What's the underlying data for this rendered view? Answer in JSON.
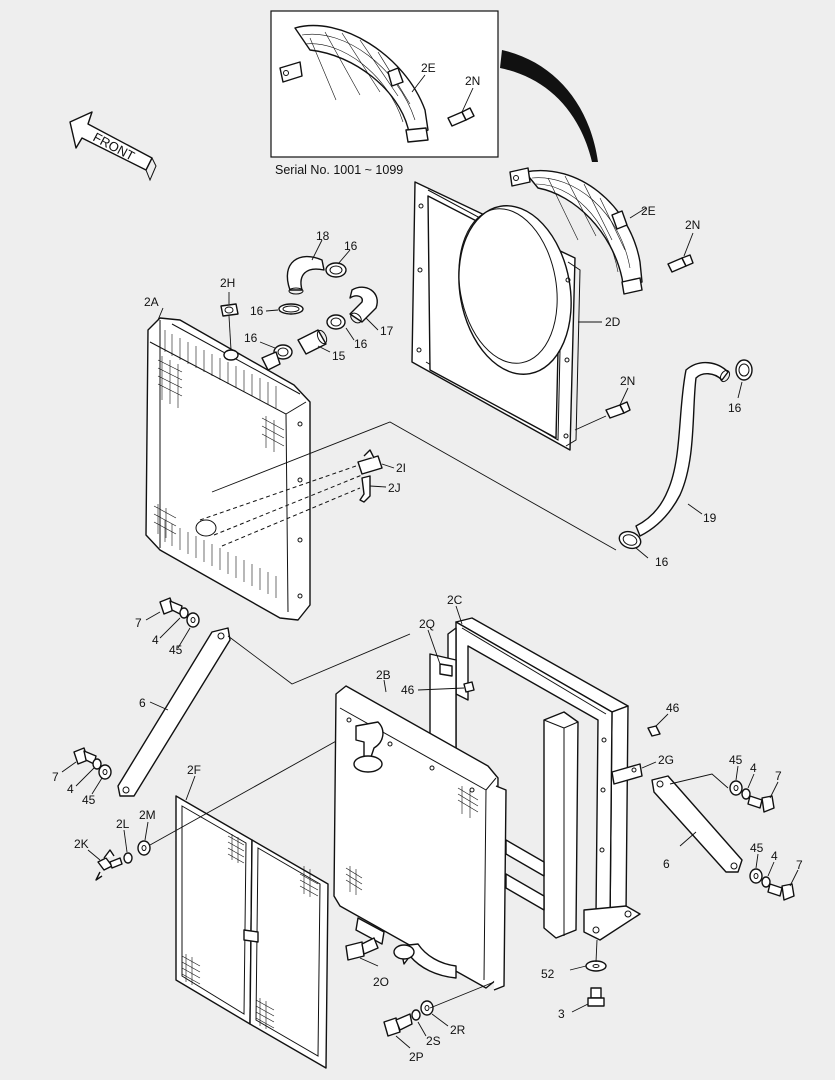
{
  "inset": {
    "caption": "Serial No. 1001 ~ 1099"
  },
  "front_arrow": {
    "label": "FRONT"
  },
  "labels": {
    "l2E_inset": "2E",
    "l2N_inset": "2N",
    "l2E": "2E",
    "l2N_top": "2N",
    "l2D": "2D",
    "l2N_mid": "2N",
    "l18": "18",
    "l16_a": "16",
    "l2H": "2H",
    "l16_b": "16",
    "l17": "17",
    "l16_c": "16",
    "l16_d": "16",
    "l15": "15",
    "l2A": "2A",
    "l16_e": "16",
    "l2I": "2I",
    "l2J": "2J",
    "l19": "19",
    "l16_f": "16",
    "l7_a": "7",
    "l4_a": "4",
    "l45_a": "45",
    "l6_left": "6",
    "l7_b": "7",
    "l4_b": "4",
    "l45_b": "45",
    "l2F": "2F",
    "l2M": "2M",
    "l2L": "2L",
    "l2K": "2K",
    "l2C": "2C",
    "l2Q": "2Q",
    "l2B": "2B",
    "l46_a": "46",
    "l46_b": "46",
    "l2G": "2G",
    "l45_c": "45",
    "l4_c": "4",
    "l7_c": "7",
    "l6_right": "6",
    "l45_d": "45",
    "l4_d": "4",
    "l7_d": "7",
    "l52": "52",
    "l3": "3",
    "l2O": "2O",
    "l2R": "2R",
    "l2S": "2S",
    "l2P": "2P"
  }
}
